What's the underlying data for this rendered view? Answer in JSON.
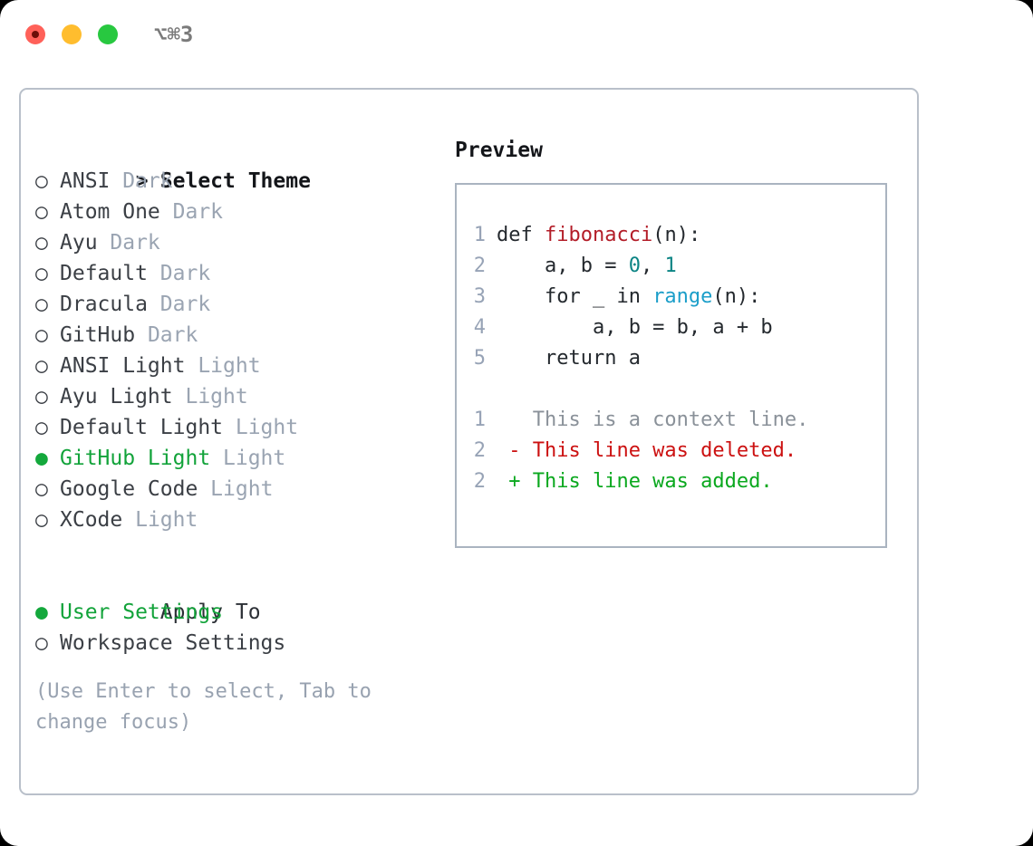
{
  "titlebar": {
    "shortcut": "⌥⌘3",
    "traffic_lights": [
      {
        "name": "close",
        "color": "#ff6159"
      },
      {
        "name": "minimize",
        "color": "#ffbd2e"
      },
      {
        "name": "zoom",
        "color": "#28c840"
      }
    ]
  },
  "theme_picker": {
    "header_marker": ">",
    "header_label": "Select Theme",
    "unselected_marker": "○",
    "selected_marker": "●",
    "items": [
      {
        "name": "ANSI",
        "tag": "Dark",
        "selected": false
      },
      {
        "name": "Atom One",
        "tag": "Dark",
        "selected": false
      },
      {
        "name": "Ayu",
        "tag": "Dark",
        "selected": false
      },
      {
        "name": "Default",
        "tag": "Dark",
        "selected": false
      },
      {
        "name": "Dracula",
        "tag": "Dark",
        "selected": false
      },
      {
        "name": "GitHub",
        "tag": "Dark",
        "selected": false
      },
      {
        "name": "ANSI Light",
        "tag": "Light",
        "selected": false
      },
      {
        "name": "Ayu Light",
        "tag": "Light",
        "selected": false
      },
      {
        "name": "Default Light",
        "tag": "Light",
        "selected": false
      },
      {
        "name": "GitHub Light",
        "tag": "Light",
        "selected": true
      },
      {
        "name": "Google Code",
        "tag": "Light",
        "selected": false
      },
      {
        "name": "XCode",
        "tag": "Light",
        "selected": false
      }
    ]
  },
  "apply_to": {
    "heading": "Apply To",
    "options": [
      {
        "label": "User Settings",
        "selected": true
      },
      {
        "label": "Workspace Settings",
        "selected": false
      }
    ]
  },
  "hint": "(Use Enter to select, Tab to change focus)",
  "preview": {
    "title": "Preview",
    "code_lines": [
      {
        "num": "1",
        "segments": [
          {
            "text": "def ",
            "kind": "plain"
          },
          {
            "text": "fibonacci",
            "kind": "fn"
          },
          {
            "text": "(n):",
            "kind": "plain"
          }
        ]
      },
      {
        "num": "2",
        "segments": [
          {
            "text": "    a, b = ",
            "kind": "plain"
          },
          {
            "text": "0",
            "kind": "num"
          },
          {
            "text": ", ",
            "kind": "plain"
          },
          {
            "text": "1",
            "kind": "num"
          }
        ]
      },
      {
        "num": "3",
        "segments": [
          {
            "text": "    for _ in ",
            "kind": "plain"
          },
          {
            "text": "range",
            "kind": "call"
          },
          {
            "text": "(n):",
            "kind": "plain"
          }
        ]
      },
      {
        "num": "4",
        "segments": [
          {
            "text": "        a, b = b, a + b",
            "kind": "plain"
          }
        ]
      },
      {
        "num": "5",
        "segments": [
          {
            "text": "    return a",
            "kind": "plain"
          }
        ]
      },
      {
        "num": "",
        "segments": [
          {
            "text": " ",
            "kind": "plain"
          }
        ]
      },
      {
        "num": "1",
        "segments": [
          {
            "text": "   This is a context line.",
            "kind": "context"
          }
        ]
      },
      {
        "num": "2",
        "segments": [
          {
            "text": " - This line was deleted.",
            "kind": "del"
          }
        ]
      },
      {
        "num": "2",
        "segments": [
          {
            "text": " + This line was added.",
            "kind": "add"
          }
        ]
      }
    ]
  },
  "colors": {
    "accent_green": "#12a33a",
    "muted": "#9aa4b2",
    "function": "#b31d28",
    "number": "#0b8484",
    "call": "#1b9ec9",
    "diff_add": "#0aa81e",
    "diff_del": "#cc1111",
    "border": "#b9c0ca"
  }
}
